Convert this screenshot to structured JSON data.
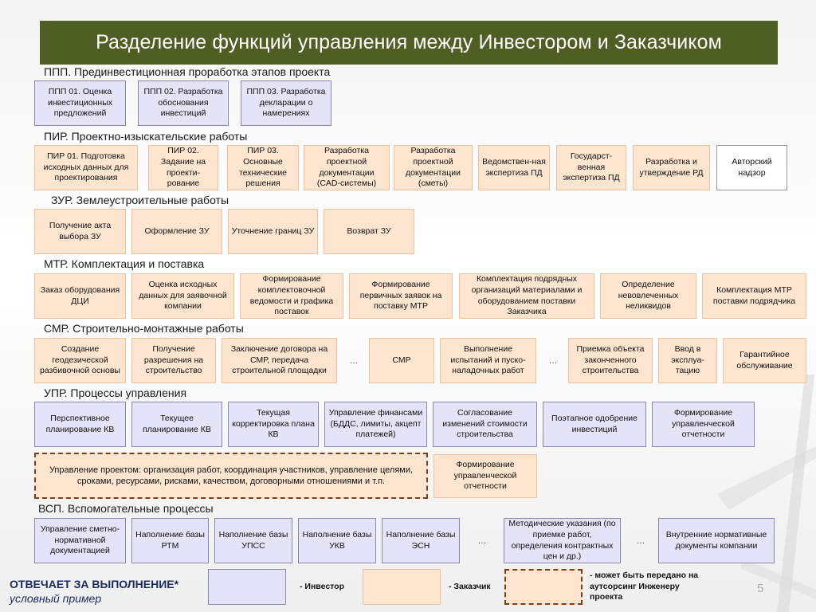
{
  "title": "Разделение функций управления между Инвестором и Заказчиком",
  "sections": {
    "ppp": "ППП. Прединвестиционная проработка этапов проекта",
    "pir": "ПИР. Проектно-изыскательские работы",
    "zur": "ЗУР. Землеустроительные работы",
    "mtr": "МТР. Комплектация и поставка",
    "smr": "СМР. Строительно-монтажные работы",
    "upr": "УПР. Процессы управления",
    "vsp": "ВСП. Вспомогательные процессы"
  },
  "ppp": [
    {
      "label": "ППП 01. Оценка инвестиционных предложений",
      "role": "investor"
    },
    {
      "label": "ППП 02. Разработка обоснования инвестиций",
      "role": "investor"
    },
    {
      "label": "ППП 03. Разработка декларации о намерениях",
      "role": "investor"
    }
  ],
  "pir": [
    {
      "label": "ПИР 01. Подготовка исходных данных для проектирования",
      "role": "customer"
    },
    {
      "label": "ПИР 02. Задание на проекти-рование",
      "role": "customer"
    },
    {
      "label": "ПИР 03. Основные технические решения",
      "role": "customer"
    },
    {
      "label": "Разработка проектной документации (CAD-системы)",
      "role": "customer"
    },
    {
      "label": "Разработка проектной документации (сметы)",
      "role": "customer"
    },
    {
      "label": "Ведомствен-ная экспертиза ПД",
      "role": "customer"
    },
    {
      "label": "Государст-венная экспертиза ПД",
      "role": "customer"
    },
    {
      "label": "Разработка и утверждение РД",
      "role": "customer"
    },
    {
      "label": "Авторский надзор",
      "role": "none"
    }
  ],
  "zur": [
    {
      "label": "Получение акта выбора ЗУ",
      "role": "customer"
    },
    {
      "label": "Оформление ЗУ",
      "role": "customer"
    },
    {
      "label": "Уточнение границ  ЗУ",
      "role": "customer"
    },
    {
      "label": "Возврат ЗУ",
      "role": "customer"
    }
  ],
  "mtr": [
    {
      "label": "Заказ оборудования ДЦИ",
      "role": "customer"
    },
    {
      "label": "Оценка исходных данных для заявочной компании",
      "role": "customer"
    },
    {
      "label": "Формирование комплектовочной ведомости и графика поставок",
      "role": "customer"
    },
    {
      "label": "Формирование первичных заявок на поставку МТР",
      "role": "customer"
    },
    {
      "label": "Комплектация подрядных организаций материалами и оборудованием поставки Заказчика",
      "role": "customer"
    },
    {
      "label": "Определение невовлеченных неликвидов",
      "role": "customer"
    },
    {
      "label": "Комплектация МТР поставки подрядчика",
      "role": "customer"
    }
  ],
  "smr": [
    {
      "label": "Создание геодезической разбивочной основы",
      "role": "customer"
    },
    {
      "label": "Получение разрешения на строительство",
      "role": "customer"
    },
    {
      "label": "Заключение договора на СМР, передача строительной площадки",
      "role": "customer"
    },
    {
      "label": "…",
      "role": "ellipsis"
    },
    {
      "label": "СМР",
      "role": "customer"
    },
    {
      "label": "Выполнение испытаний и пуско-наладочных работ",
      "role": "customer"
    },
    {
      "label": "…",
      "role": "ellipsis"
    },
    {
      "label": "Приемка объекта законченного строительства",
      "role": "customer"
    },
    {
      "label": "Ввод в эксплуа-тацию",
      "role": "customer"
    },
    {
      "label": "Гарантийное обслуживание",
      "role": "customer"
    }
  ],
  "upr": [
    {
      "label": "Перспективное планирование КВ",
      "role": "investor"
    },
    {
      "label": "Текущее планирование КВ",
      "role": "investor"
    },
    {
      "label": "Текущая корректировка плана КВ",
      "role": "investor"
    },
    {
      "label": "Управление финансами (БДДС, лимиты, акцепт платежей)",
      "role": "investor"
    },
    {
      "label": "Согласование изменений стоимости строительства",
      "role": "investor"
    },
    {
      "label": "Поэтапное одобрение инвестиций",
      "role": "investor"
    },
    {
      "label": "Формирование управленческой отчетности",
      "role": "investor"
    }
  ],
  "upr2": [
    {
      "label": "Управление проектом: организация работ, координация  участников, управление целями, сроками, ресурсами, рисками, качеством, договорными отношениями и т.п.",
      "role": "outsource"
    },
    {
      "label": "Формирование управленческой отчетности",
      "role": "customer"
    }
  ],
  "vsp": [
    {
      "label": "Управление сметно-нормативной документацией",
      "role": "investor"
    },
    {
      "label": "Наполнение базы РТМ",
      "role": "investor"
    },
    {
      "label": "Наполнение базы УПСС",
      "role": "investor"
    },
    {
      "label": "Наполнение базы УКВ",
      "role": "investor"
    },
    {
      "label": "Наполнение базы ЭСН",
      "role": "investor"
    },
    {
      "label": "…",
      "role": "ellipsis"
    },
    {
      "label": "Методические указания (по приемке работ, определения контрактных цен и др.)",
      "role": "investor"
    },
    {
      "label": "…",
      "role": "ellipsis"
    },
    {
      "label": "Внутренние нормативные документы компании",
      "role": "investor"
    }
  ],
  "legend": {
    "heading": "ОТВЕЧАЕТ ЗА ВЫПОЛНЕНИЕ*",
    "subheading": "условный пример",
    "investor": "- Инвестор",
    "customer": "- Заказчик",
    "outsource": "- может быть передано на аутсорсинг Инженеру проекта"
  },
  "slide_number": "5",
  "colors": {
    "title_bar": "#4f5f24",
    "investor_fill": "#e4e3f7",
    "customer_fill": "#fde5cf",
    "outsource_border": "#8a3b0e"
  }
}
